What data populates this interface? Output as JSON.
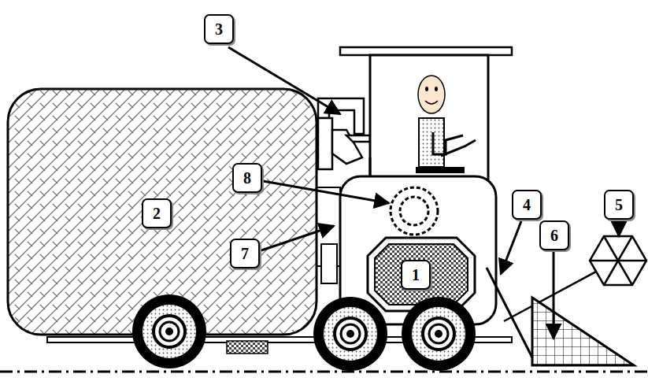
{
  "diagram": {
    "nodes": [
      {
        "text": [
          "3"
        ]
      },
      {
        "text": [
          "8"
        ]
      },
      {
        "text": [
          "2"
        ]
      },
      {
        "text": [
          "4"
        ]
      },
      {
        "text": [
          "5"
        ]
      },
      {
        "text": [
          "6"
        ]
      },
      {
        "text": [
          "7"
        ]
      },
      {
        "text": [
          "1"
        ]
      }
    ]
  }
}
